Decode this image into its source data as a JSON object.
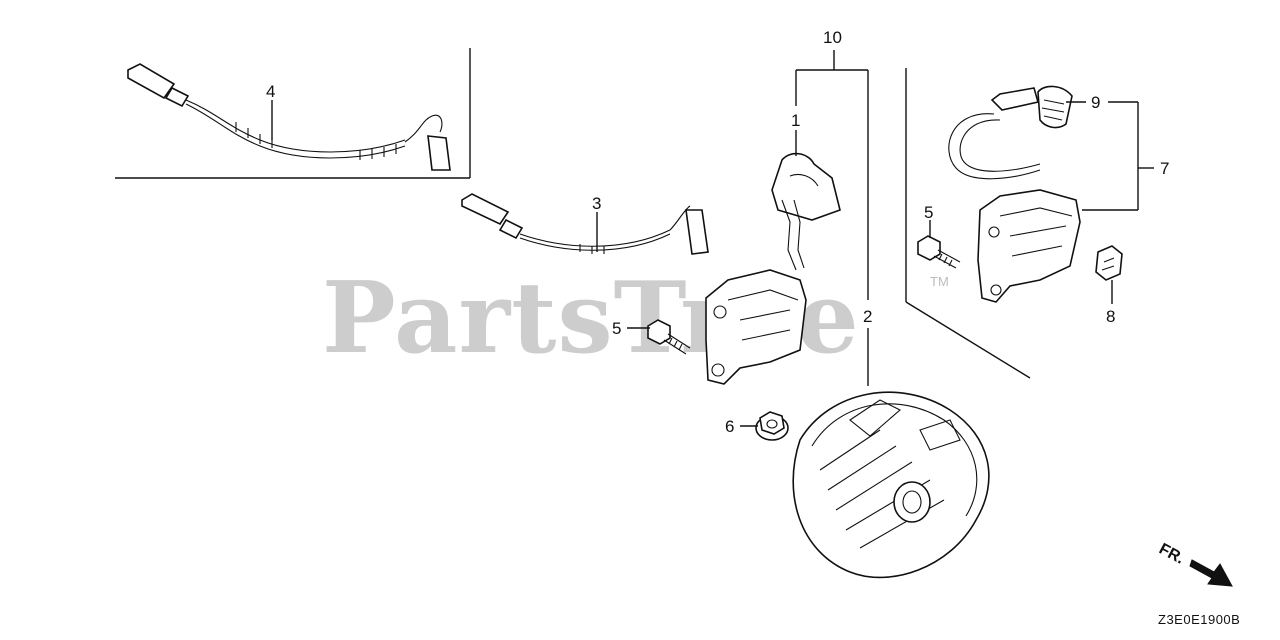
{
  "watermark": {
    "text": "PartsTree",
    "trademark": "TM"
  },
  "diagram_code": "Z3E0E1900B",
  "direction_label": "FR.",
  "callouts": [
    {
      "id": "c1",
      "text": "1"
    },
    {
      "id": "c2",
      "text": "2"
    },
    {
      "id": "c3",
      "text": "3"
    },
    {
      "id": "c4",
      "text": "4"
    },
    {
      "id": "c5a",
      "text": "5"
    },
    {
      "id": "c5b",
      "text": "5"
    },
    {
      "id": "c6",
      "text": "6"
    },
    {
      "id": "c7",
      "text": "7"
    },
    {
      "id": "c8",
      "text": "8"
    },
    {
      "id": "c9",
      "text": "9"
    },
    {
      "id": "c10",
      "text": "10"
    }
  ]
}
